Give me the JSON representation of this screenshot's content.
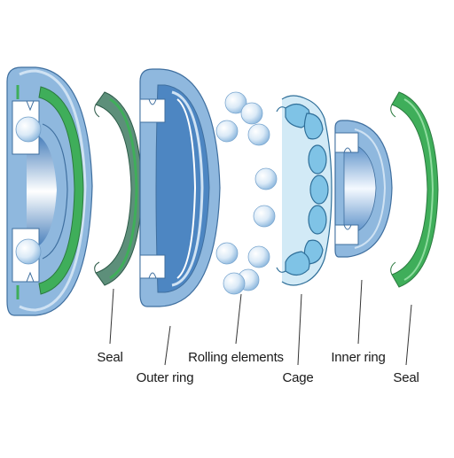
{
  "labels": {
    "seal_left": "Seal",
    "outer_ring": "Outer ring",
    "rolling_elements": "Rolling elements",
    "cage": "Cage",
    "inner_ring": "Inner ring",
    "seal_right": "Seal"
  },
  "colors": {
    "ring_blue": "#8fb8de",
    "ring_blue_dark": "#4d86c2",
    "ring_blue_light": "#cfe2f3",
    "seal_green": "#3fae5a",
    "seal_green_dark": "#2b7a3f",
    "seal_green_gray": "#5d8f7a",
    "ball_light": "#eaf3fb",
    "ball_shade": "#9cc4e6",
    "cage_blue": "#7fc3e6"
  }
}
